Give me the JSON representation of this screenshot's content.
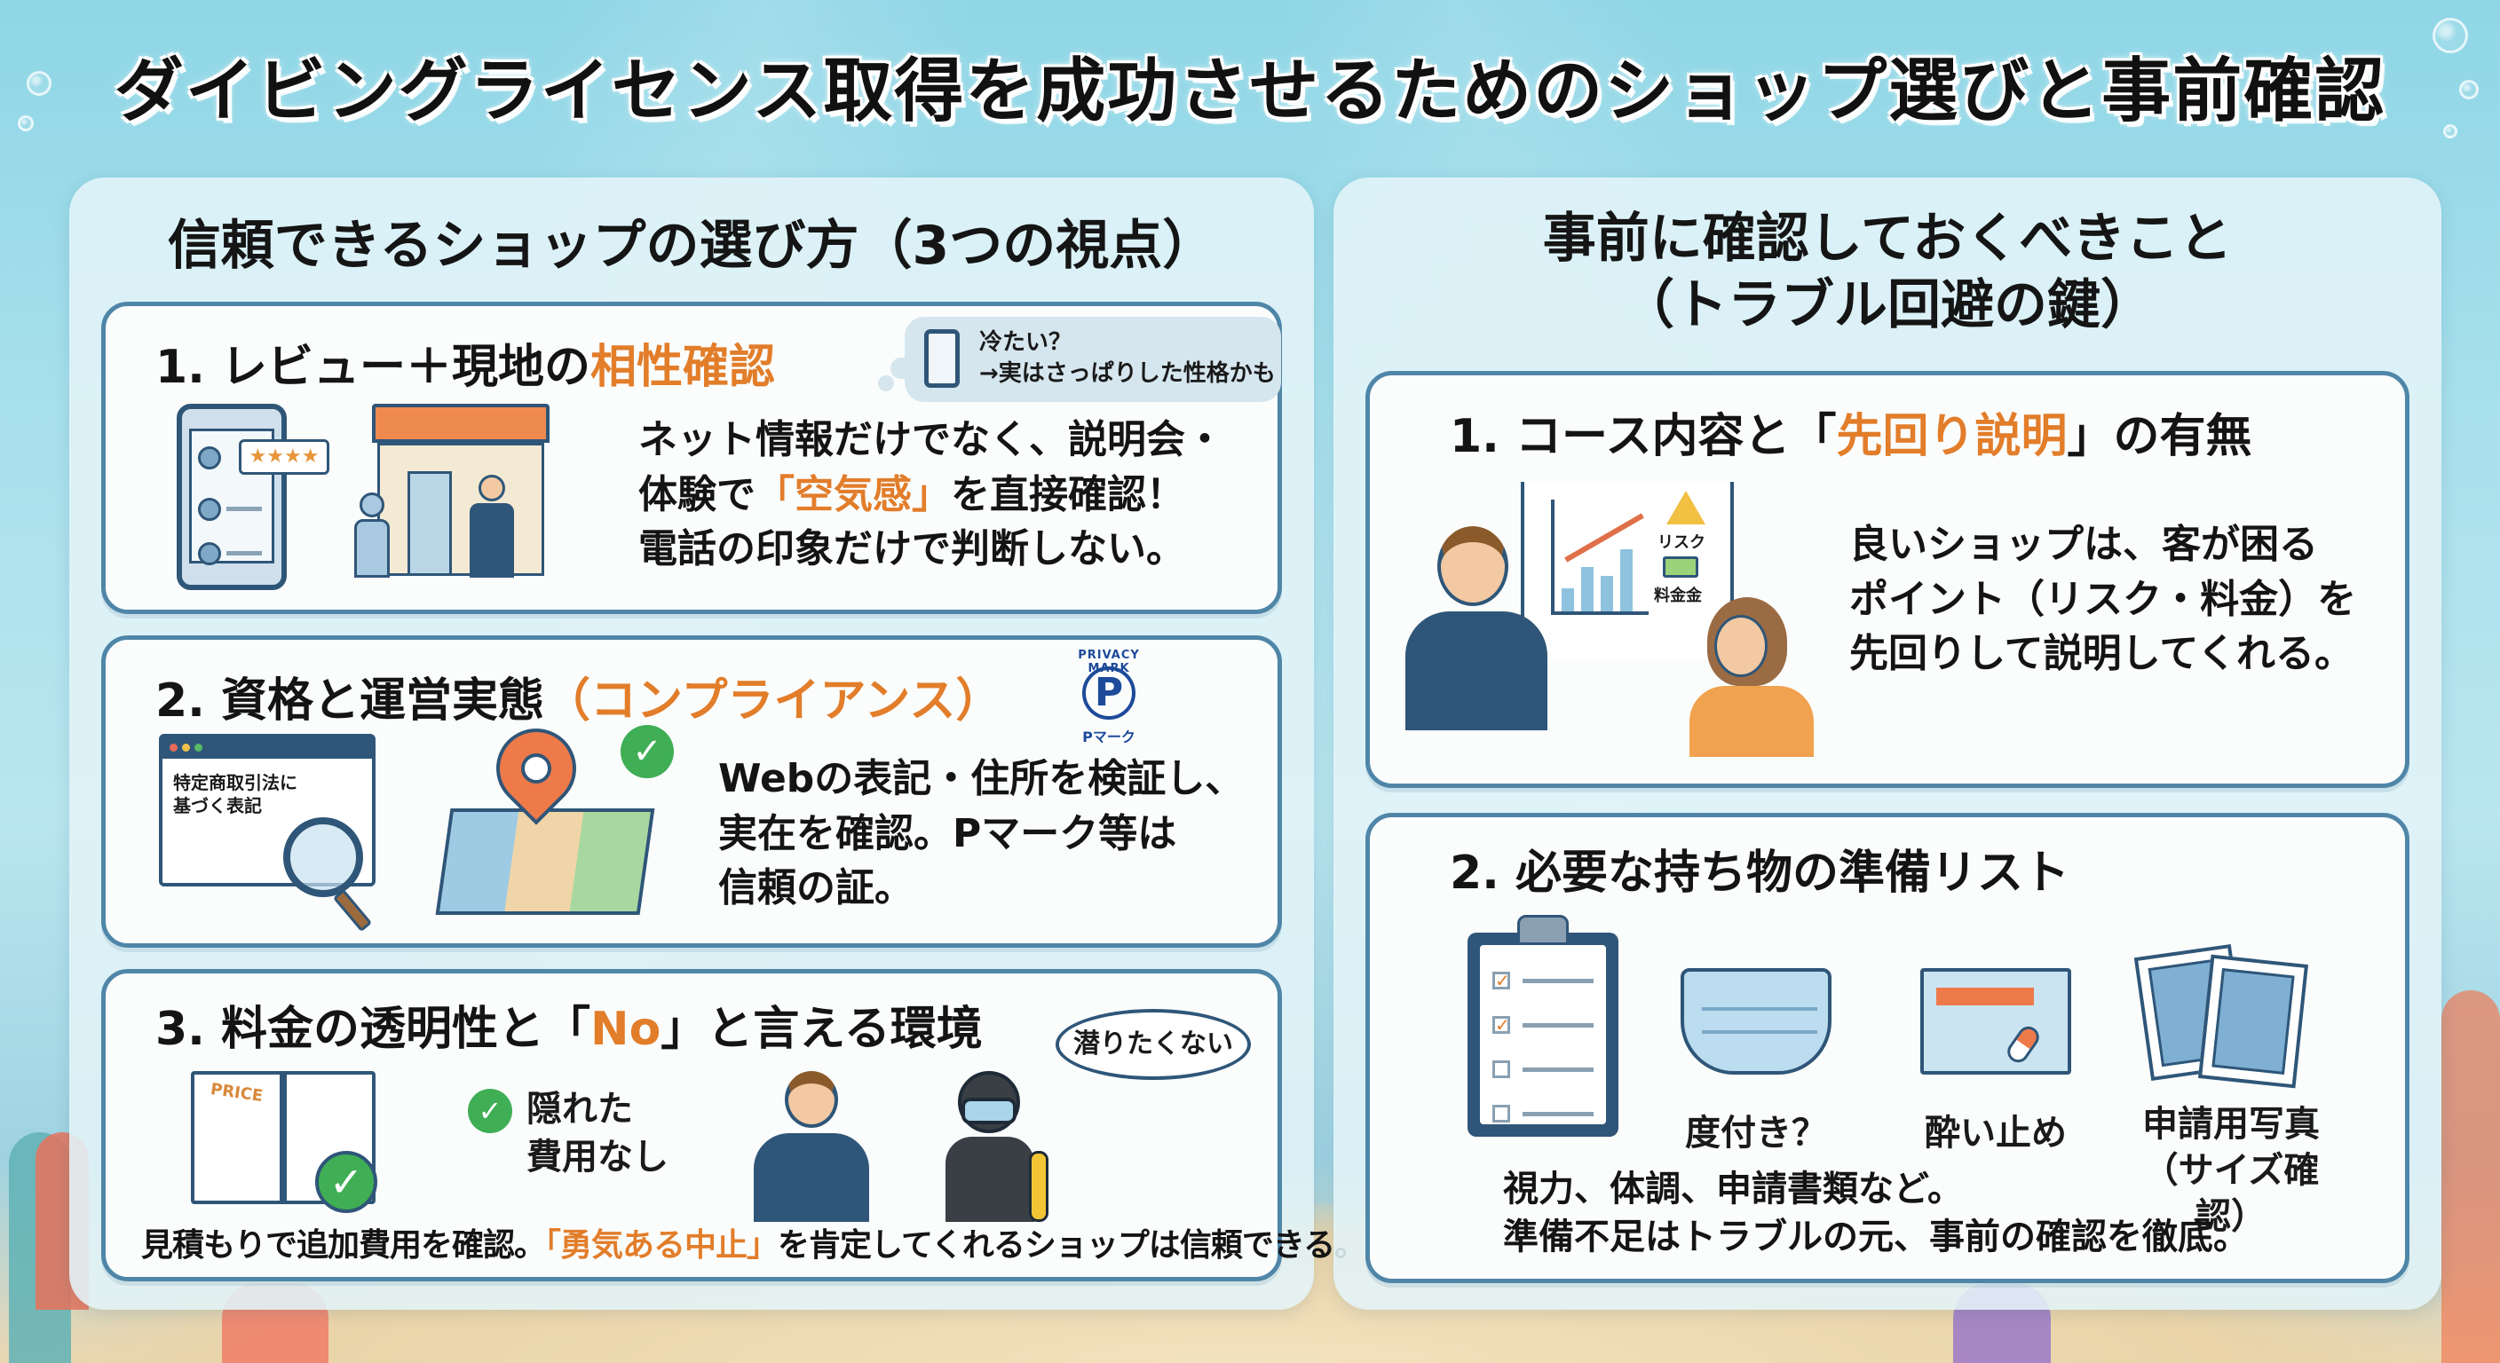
{
  "title": "ダイビングライセンス取得を成功させるためのショップ選びと事前確認",
  "left_panel": {
    "title": "信頼できるショップの選び方（3つの視点）",
    "cards": [
      {
        "title_prefix": "1. レビュー＋現地の",
        "title_highlight": "相性確認",
        "thought_bubble": {
          "line1": "冷たい？",
          "line2": "→実はさっぱりした性格かも"
        },
        "review_stars": "★★★★",
        "body": {
          "line1": "ネット情報だけでなく、説明会・",
          "line2_prefix": "体験で",
          "line2_highlight": "「空気感」",
          "line2_suffix": "を直接確認！",
          "line3": "電話の印象だけで判断しない。"
        }
      },
      {
        "title_prefix": "2. 資格と運営実態",
        "title_highlight": "（コンプライアンス）",
        "pmark": {
          "arc_text": "PRIVACY MARK",
          "letter": "P",
          "label": "Pマーク"
        },
        "document_text": {
          "line1": "特定商取引法に",
          "line2": "基づく表記"
        },
        "body": {
          "line1": "Webの表記・住所を検証し、",
          "line2": "実在を確認。Pマーク等は",
          "line3": "信頼の証。"
        }
      },
      {
        "title_prefix": "3. 料金の透明性と「",
        "title_highlight": "No",
        "title_suffix": "」と言える環境",
        "price_label": "PRICE",
        "hidden_cost": {
          "line1": "隠れた",
          "line2": "費用なし"
        },
        "speech_bubble": "潜りたくない",
        "footer": {
          "prefix": "見積もりで追加費用を確認。",
          "highlight": "「勇気ある中止」",
          "suffix": "を肯定してくれるショップは信頼できる。"
        }
      }
    ]
  },
  "right_panel": {
    "title_line1": "事前に確認しておくべきこと",
    "title_line2": "（トラブル回避の鍵）",
    "cards": [
      {
        "title_prefix": "1. コース内容と「",
        "title_highlight": "先回り説明",
        "title_suffix": "」の有無",
        "board_labels": {
          "risk": "リスク",
          "fee": "料金金"
        },
        "body": {
          "line1": "良いショップは、客が困る",
          "line2": "ポイント（リスク・料金）を",
          "line3": "先回りして説明してくれる。"
        }
      },
      {
        "title": "2. 必要な持ち物の準備リスト",
        "items": [
          {
            "icon": "checklist-clipboard-icon",
            "label": ""
          },
          {
            "icon": "mask-icon",
            "label": "度付き？"
          },
          {
            "icon": "medicine-box-icon",
            "label": "酔い止め"
          },
          {
            "icon": "id-photo-icon",
            "label_line1": "申請用写真",
            "label_line2": "（サイズ確認）"
          }
        ],
        "body": {
          "line1": "視力、体調、申請書類など。",
          "line2": "準備不足はトラブルの元、事前の確認を徹底。"
        }
      }
    ]
  },
  "colors": {
    "accent_orange": "#e27d2a",
    "card_border": "#4f86a8",
    "navy": "#2f5678",
    "check_green": "#3fae55",
    "background_sky": "#a8e0ec"
  }
}
